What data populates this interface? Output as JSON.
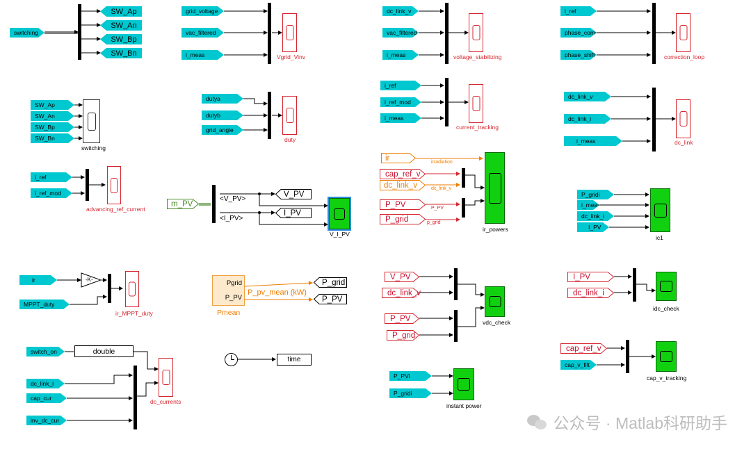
{
  "tags": {
    "switching": "switching",
    "sw_ap": "SW_Ap",
    "sw_an": "SW_An",
    "sw_bp": "SW_Bp",
    "sw_bn": "SW_Bn",
    "grid_voltage": "grid_voltage",
    "vac_filtered": "vac_filtered",
    "i_meas": "i_meas",
    "dc_link_v": "dc_link_v",
    "i_ref": "i_ref",
    "phase_comp": "phase_comp",
    "phase_shift": "phase_shift",
    "i_ref_mod": "i_ref_mod",
    "dc_link_i": "dc_link_i",
    "dutya": "dutya",
    "dutyb": "dutyb",
    "grid_angle": "grid_angle",
    "ir": "ir",
    "cap_ref_v": "cap_ref_v",
    "P_PV": "P_PV",
    "P_grid": "P_grid",
    "P_gridi": "P_gridi",
    "I_PV": "I_PV",
    "V_PV": "V_PV",
    "m_PV": "m_PV",
    "MPPT_duty": "MPPT_duty",
    "switch_on": "switch_on",
    "cap_cur": "cap_cur",
    "inv_dc_cur": "inv_dc_cur",
    "cap_v_filt": "cap_v_filt",
    "P_PVi": "P_PVi"
  },
  "blocks": {
    "vgrid_vinv": "Vgrid_Vinv",
    "voltage_stabilizing": "voltage_stabilizing",
    "correction_loop": "correction_loop",
    "switching": "switching",
    "duty": "duty",
    "current_tracking": "current_tracking",
    "dc_link": "dc_link",
    "advancing_ref_current": "advancing_ref_current",
    "v_i_pv": "V_I_PV",
    "ir_powers": "ir_powers",
    "ic1": "ic1",
    "ir_mppt_duty": "ir_MPPT_duty",
    "vdc_check": "vdc_check",
    "idc_check": "idc_check",
    "dc_currents": "dc_currents",
    "instant_power": "instant power",
    "cap_v_tracking": "cap_v_tracking",
    "pmean": "Pmean",
    "double": "double",
    "time": "time",
    "gain": "-K-"
  },
  "signals": {
    "v_pv_sel": "<V_PV>",
    "i_pv_sel": "<I_PV>",
    "irradiation": "irradiation",
    "dc_link_v_small": "dc_link_v",
    "p_pv_small": "P_PV",
    "p_grid_small": "p_grid",
    "p_pv_mean": "P_pv_mean (kW)",
    "pgrid_port": "Pgrid",
    "p_pv_port": "P_PV"
  },
  "watermark": "公众号 · Matlab科研助手",
  "colors": {
    "goto_cyan": "#00c8d0",
    "scope_red": "#d6262e",
    "scope_green": "#10d010",
    "wire": "#000000"
  }
}
